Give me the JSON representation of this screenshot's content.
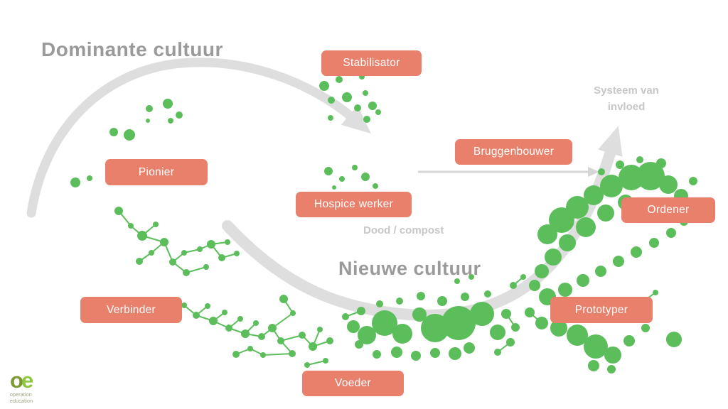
{
  "titles": {
    "dominant": "Dominante cultuur",
    "new": "Nieuwe cultuur",
    "dood": "Dood / compost",
    "systeem_line1": "Systeem van",
    "systeem_line2": "invloed"
  },
  "labels": {
    "stabilisator": "Stabilisator",
    "pionier": "Pionier",
    "bruggenbouwer": "Bruggenbouwer",
    "hospice": "Hospice werker",
    "ordener": "Ordener",
    "verbinder": "Verbinder",
    "prototyper": "Prototyper",
    "voeder": "Voeder"
  },
  "logo": {
    "mark_o": "o",
    "mark_e": "e",
    "line1": "operation",
    "line2": "education"
  },
  "colors": {
    "accent": "#E8806C",
    "green": "#5BBE5B",
    "arrow": "#DEDEDE",
    "title_gray": "#9A9A9A",
    "light_gray": "#C7C7C7",
    "logo_dark": "#7C9A33",
    "logo_light": "#8DC63F"
  },
  "network": {
    "nodes": [
      [
        456,
        121,
        7
      ],
      [
        477,
        112,
        5
      ],
      [
        509,
        108,
        4
      ],
      [
        466,
        141,
        5
      ],
      [
        488,
        137,
        7
      ],
      [
        514,
        131,
        4
      ],
      [
        503,
        152,
        5
      ],
      [
        524,
        149,
        6
      ],
      [
        465,
        166,
        4
      ],
      [
        516,
        168,
        5
      ],
      [
        532,
        158,
        4
      ],
      [
        160,
        186,
        6
      ],
      [
        182,
        190,
        8
      ],
      [
        210,
        153,
        5
      ],
      [
        236,
        146,
        7
      ],
      [
        252,
        162,
        5
      ],
      [
        208,
        170,
        3
      ],
      [
        240,
        170,
        4
      ],
      [
        106,
        257,
        7
      ],
      [
        126,
        251,
        4
      ],
      [
        462,
        241,
        6
      ],
      [
        481,
        252,
        4
      ],
      [
        499,
        236,
        4
      ],
      [
        514,
        249,
        6
      ],
      [
        470,
        264,
        3
      ],
      [
        528,
        262,
        4
      ],
      [
        167,
        297,
        6
      ],
      [
        184,
        318,
        4
      ],
      [
        200,
        332,
        7
      ],
      [
        219,
        316,
        4
      ],
      [
        231,
        341,
        6
      ],
      [
        213,
        356,
        4
      ],
      [
        196,
        368,
        5
      ],
      [
        243,
        369,
        5
      ],
      [
        259,
        356,
        4
      ],
      [
        262,
        384,
        5
      ],
      [
        281,
        351,
        4
      ],
      [
        297,
        344,
        6
      ],
      [
        312,
        363,
        5
      ],
      [
        320,
        341,
        4
      ],
      [
        333,
        357,
        4
      ],
      [
        290,
        376,
        4
      ],
      [
        259,
        430,
        4
      ],
      [
        276,
        444,
        5
      ],
      [
        292,
        431,
        4
      ],
      [
        300,
        452,
        6
      ],
      [
        316,
        440,
        4
      ],
      [
        322,
        462,
        5
      ],
      [
        338,
        449,
        4
      ],
      [
        345,
        470,
        6
      ],
      [
        360,
        455,
        4
      ],
      [
        368,
        474,
        5
      ],
      [
        383,
        462,
        6
      ],
      [
        395,
        480,
        5
      ],
      [
        399,
        421,
        6
      ],
      [
        412,
        441,
        4
      ],
      [
        411,
        498,
        5
      ],
      [
        425,
        472,
        5
      ],
      [
        440,
        488,
        6
      ],
      [
        450,
        464,
        4
      ],
      [
        464,
        480,
        5
      ],
      [
        370,
        500,
        4
      ],
      [
        352,
        491,
        4
      ],
      [
        332,
        499,
        5
      ],
      [
        497,
        460,
        9
      ],
      [
        516,
        472,
        13
      ],
      [
        541,
        455,
        18
      ],
      [
        566,
        470,
        14
      ],
      [
        590,
        443,
        10
      ],
      [
        612,
        462,
        20
      ],
      [
        645,
        455,
        24
      ],
      [
        678,
        442,
        17
      ],
      [
        700,
        468,
        11
      ],
      [
        640,
        498,
        9
      ],
      [
        612,
        497,
        7
      ],
      [
        585,
        501,
        7
      ],
      [
        558,
        496,
        8
      ],
      [
        530,
        499,
        6
      ],
      [
        505,
        485,
        6
      ],
      [
        486,
        446,
        5
      ],
      [
        508,
        438,
        6
      ],
      [
        534,
        428,
        5
      ],
      [
        562,
        424,
        5
      ],
      [
        592,
        417,
        6
      ],
      [
        622,
        424,
        7
      ],
      [
        654,
        418,
        6
      ],
      [
        686,
        414,
        5
      ],
      [
        712,
        442,
        7
      ],
      [
        725,
        461,
        6
      ],
      [
        660,
        490,
        8
      ],
      [
        643,
        396,
        4
      ],
      [
        663,
        390,
        4
      ],
      [
        432,
        514,
        4
      ],
      [
        458,
        508,
        4
      ],
      [
        770,
        330,
        14
      ],
      [
        790,
        310,
        18
      ],
      [
        812,
        292,
        16
      ],
      [
        835,
        275,
        14
      ],
      [
        860,
        262,
        16
      ],
      [
        888,
        250,
        18
      ],
      [
        915,
        248,
        20
      ],
      [
        940,
        260,
        13
      ],
      [
        958,
        276,
        10
      ],
      [
        972,
        292,
        8
      ],
      [
        880,
        285,
        11
      ],
      [
        852,
        300,
        12
      ],
      [
        824,
        320,
        14
      ],
      [
        798,
        342,
        12
      ],
      [
        778,
        362,
        12
      ],
      [
        762,
        382,
        10
      ],
      [
        752,
        402,
        8
      ],
      [
        770,
        418,
        12
      ],
      [
        795,
        408,
        10
      ],
      [
        820,
        395,
        9
      ],
      [
        845,
        382,
        8
      ],
      [
        870,
        368,
        8
      ],
      [
        895,
        355,
        8
      ],
      [
        920,
        342,
        7
      ],
      [
        944,
        328,
        7
      ],
      [
        962,
        312,
        6
      ],
      [
        745,
        440,
        7
      ],
      [
        762,
        455,
        9
      ],
      [
        786,
        462,
        12
      ],
      [
        812,
        472,
        15
      ],
      [
        838,
        488,
        17
      ],
      [
        862,
        500,
        12
      ],
      [
        885,
        480,
        8
      ],
      [
        908,
        462,
        6
      ],
      [
        835,
        515,
        8
      ],
      [
        860,
        520,
        6
      ],
      [
        900,
        428,
        5
      ],
      [
        922,
        412,
        4
      ],
      [
        948,
        478,
        11
      ],
      [
        975,
        255,
        6
      ],
      [
        930,
        230,
        7
      ],
      [
        900,
        225,
        5
      ],
      [
        872,
        232,
        6
      ],
      [
        846,
        242,
        5
      ],
      [
        718,
        482,
        6
      ],
      [
        700,
        496,
        5
      ],
      [
        722,
        402,
        5
      ],
      [
        736,
        390,
        4
      ]
    ],
    "links": [
      [
        26,
        27
      ],
      [
        27,
        28
      ],
      [
        28,
        29
      ],
      [
        28,
        30
      ],
      [
        30,
        31
      ],
      [
        31,
        32
      ],
      [
        30,
        33
      ],
      [
        33,
        34
      ],
      [
        33,
        35
      ],
      [
        34,
        36
      ],
      [
        36,
        37
      ],
      [
        37,
        38
      ],
      [
        37,
        39
      ],
      [
        38,
        40
      ],
      [
        35,
        41
      ],
      [
        42,
        43
      ],
      [
        43,
        44
      ],
      [
        43,
        45
      ],
      [
        45,
        46
      ],
      [
        45,
        47
      ],
      [
        47,
        48
      ],
      [
        47,
        49
      ],
      [
        49,
        50
      ],
      [
        49,
        51
      ],
      [
        51,
        52
      ],
      [
        52,
        53
      ],
      [
        54,
        55
      ],
      [
        55,
        52
      ],
      [
        53,
        56
      ],
      [
        56,
        61
      ],
      [
        61,
        62
      ],
      [
        62,
        63
      ],
      [
        53,
        57
      ],
      [
        57,
        58
      ],
      [
        58,
        59
      ],
      [
        58,
        60
      ],
      [
        79,
        80
      ],
      [
        92,
        93
      ],
      [
        87,
        88
      ],
      [
        120,
        121
      ],
      [
        138,
        139
      ],
      [
        130,
        131
      ],
      [
        140,
        141
      ]
    ]
  }
}
